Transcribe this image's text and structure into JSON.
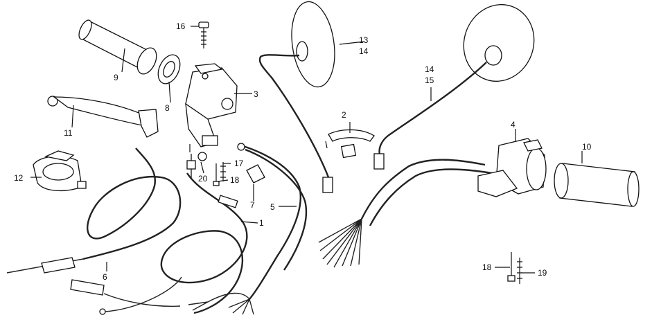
{
  "callouts": [
    {
      "id": "c1",
      "text": "1"
    },
    {
      "id": "c2",
      "text": "2"
    },
    {
      "id": "c3",
      "text": "3"
    },
    {
      "id": "c4",
      "text": "4"
    },
    {
      "id": "c5",
      "text": "5"
    },
    {
      "id": "c6",
      "text": "6"
    },
    {
      "id": "c7",
      "text": "7"
    },
    {
      "id": "c8",
      "text": "8"
    },
    {
      "id": "c9",
      "text": "9"
    },
    {
      "id": "c10",
      "text": "10"
    },
    {
      "id": "c11",
      "text": "11"
    },
    {
      "id": "c12",
      "text": "12"
    },
    {
      "id": "c13",
      "text": "13"
    },
    {
      "id": "c14a",
      "text": "14"
    },
    {
      "id": "c14b",
      "text": "14"
    },
    {
      "id": "c15",
      "text": "15"
    },
    {
      "id": "c16",
      "text": "16"
    },
    {
      "id": "c17",
      "text": "17"
    },
    {
      "id": "c18a",
      "text": "18"
    },
    {
      "id": "c18b",
      "text": "18"
    },
    {
      "id": "c19",
      "text": "19"
    },
    {
      "id": "c20",
      "text": "20"
    }
  ]
}
